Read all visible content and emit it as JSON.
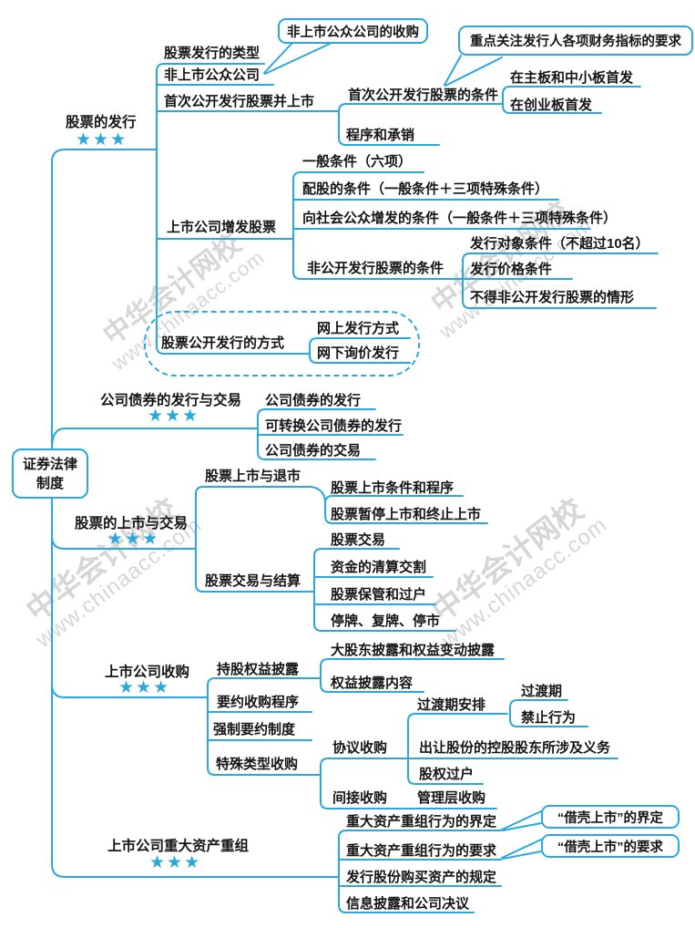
{
  "root": {
    "label": "证券法律制度"
  },
  "watermark": {
    "brand": "中华会计网校",
    "url": "www.chinaacc.com"
  },
  "colors": {
    "accent": "#2aa7dd",
    "text": "#151515",
    "watermark": "#d6d6d6"
  },
  "stars_rating": "★★★",
  "branches": [
    {
      "label": "股票的发行",
      "stars": "★★★",
      "children": [
        {
          "label": "股票发行的类型"
        },
        {
          "label": "非上市公众公司",
          "callout": "非上市公众公司的收购"
        },
        {
          "label": "首次公开发行股票并上市",
          "children": [
            {
              "label": "首次公开发行股票的条件",
              "callout": "重点关注发行人各项财务指标的要求",
              "children": [
                {
                  "label": "在主板和中小板首发"
                },
                {
                  "label": "在创业板首发"
                }
              ]
            },
            {
              "label": "程序和承销"
            }
          ]
        },
        {
          "label": "上市公司增发股票",
          "children": [
            {
              "label": "一般条件（六项）"
            },
            {
              "label": "配股的条件（一般条件＋三项特殊条件）"
            },
            {
              "label": "向社会公众增发的条件（一般条件＋三项特殊条件）"
            },
            {
              "label": "非公开发行股票的条件",
              "children": [
                {
                  "label": "发行对象条件（不超过10名）"
                },
                {
                  "label": "发行价格条件"
                },
                {
                  "label": "不得非公开发行股票的情形"
                }
              ]
            }
          ]
        },
        {
          "label": "股票公开发行的方式",
          "highlighted": true,
          "children": [
            {
              "label": "网上发行方式"
            },
            {
              "label": "网下询价发行"
            }
          ]
        }
      ]
    },
    {
      "label": "公司债券的发行与交易",
      "stars": "★★★",
      "children": [
        {
          "label": "公司债券的发行"
        },
        {
          "label": "可转换公司债券的发行"
        },
        {
          "label": "公司债券的交易"
        }
      ]
    },
    {
      "label": "股票的上市与交易",
      "stars": "★★★",
      "children": [
        {
          "label": "股票上市与退市",
          "children": [
            {
              "label": "股票上市条件和程序"
            },
            {
              "label": "股票暂停上市和终止上市"
            }
          ]
        },
        {
          "label": "股票交易与结算",
          "children": [
            {
              "label": "股票交易"
            },
            {
              "label": "资金的清算交割"
            },
            {
              "label": "股票保管和过户"
            },
            {
              "label": "停牌、复牌、停市"
            }
          ]
        }
      ]
    },
    {
      "label": "上市公司收购",
      "stars": "★★★",
      "children": [
        {
          "label": "持股权益披露",
          "children": [
            {
              "label": "大股东披露和权益变动披露"
            },
            {
              "label": "权益披露内容"
            }
          ]
        },
        {
          "label": "要约收购程序"
        },
        {
          "label": "强制要约制度"
        },
        {
          "label": "特殊类型收购",
          "children": [
            {
              "label": "协议收购",
              "children": [
                {
                  "label": "过渡期安排",
                  "children": [
                    {
                      "label": "过渡期"
                    },
                    {
                      "label": "禁止行为"
                    }
                  ]
                },
                {
                  "label": "出让股份的控股股东所涉及义务"
                },
                {
                  "label": "股权过户"
                }
              ]
            },
            {
              "label": "间接收购",
              "children": [
                {
                  "label": "管理层收购"
                }
              ]
            }
          ]
        }
      ]
    },
    {
      "label": "上市公司重大资产重组",
      "stars": "★★★",
      "children": [
        {
          "label": "重大资产重组行为的界定",
          "callout": "“借壳上市”的界定"
        },
        {
          "label": "重大资产重组行为的要求",
          "callout": "“借壳上市”的要求"
        },
        {
          "label": "发行股份购买资产的规定"
        },
        {
          "label": "信息披露和公司决议"
        }
      ]
    }
  ]
}
